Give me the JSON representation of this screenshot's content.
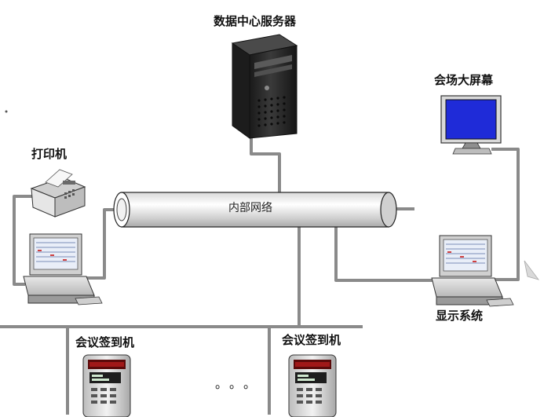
{
  "labels": {
    "server": "数据中心服务器",
    "big_screen": "会场大屏幕",
    "printer": "打印机",
    "network": "内部网络",
    "display_system": "显示系统",
    "checkin_1": "会议签到机",
    "checkin_2": "会议签到机",
    "ellipsis": "。。。"
  },
  "colors": {
    "line": "#8a8a8a",
    "pipe_light": "#f4f4f4",
    "pipe_dark": "#bfbfbf",
    "screen_blue": "#1f2bd8",
    "server_body": "#2b2b2b"
  },
  "icons": {
    "server": "tower-server-icon",
    "printer": "fax-printer-icon",
    "monitor": "blue-monitor-icon",
    "pc": "desktop-pc-icon",
    "checkin": "checkin-terminal-icon"
  }
}
